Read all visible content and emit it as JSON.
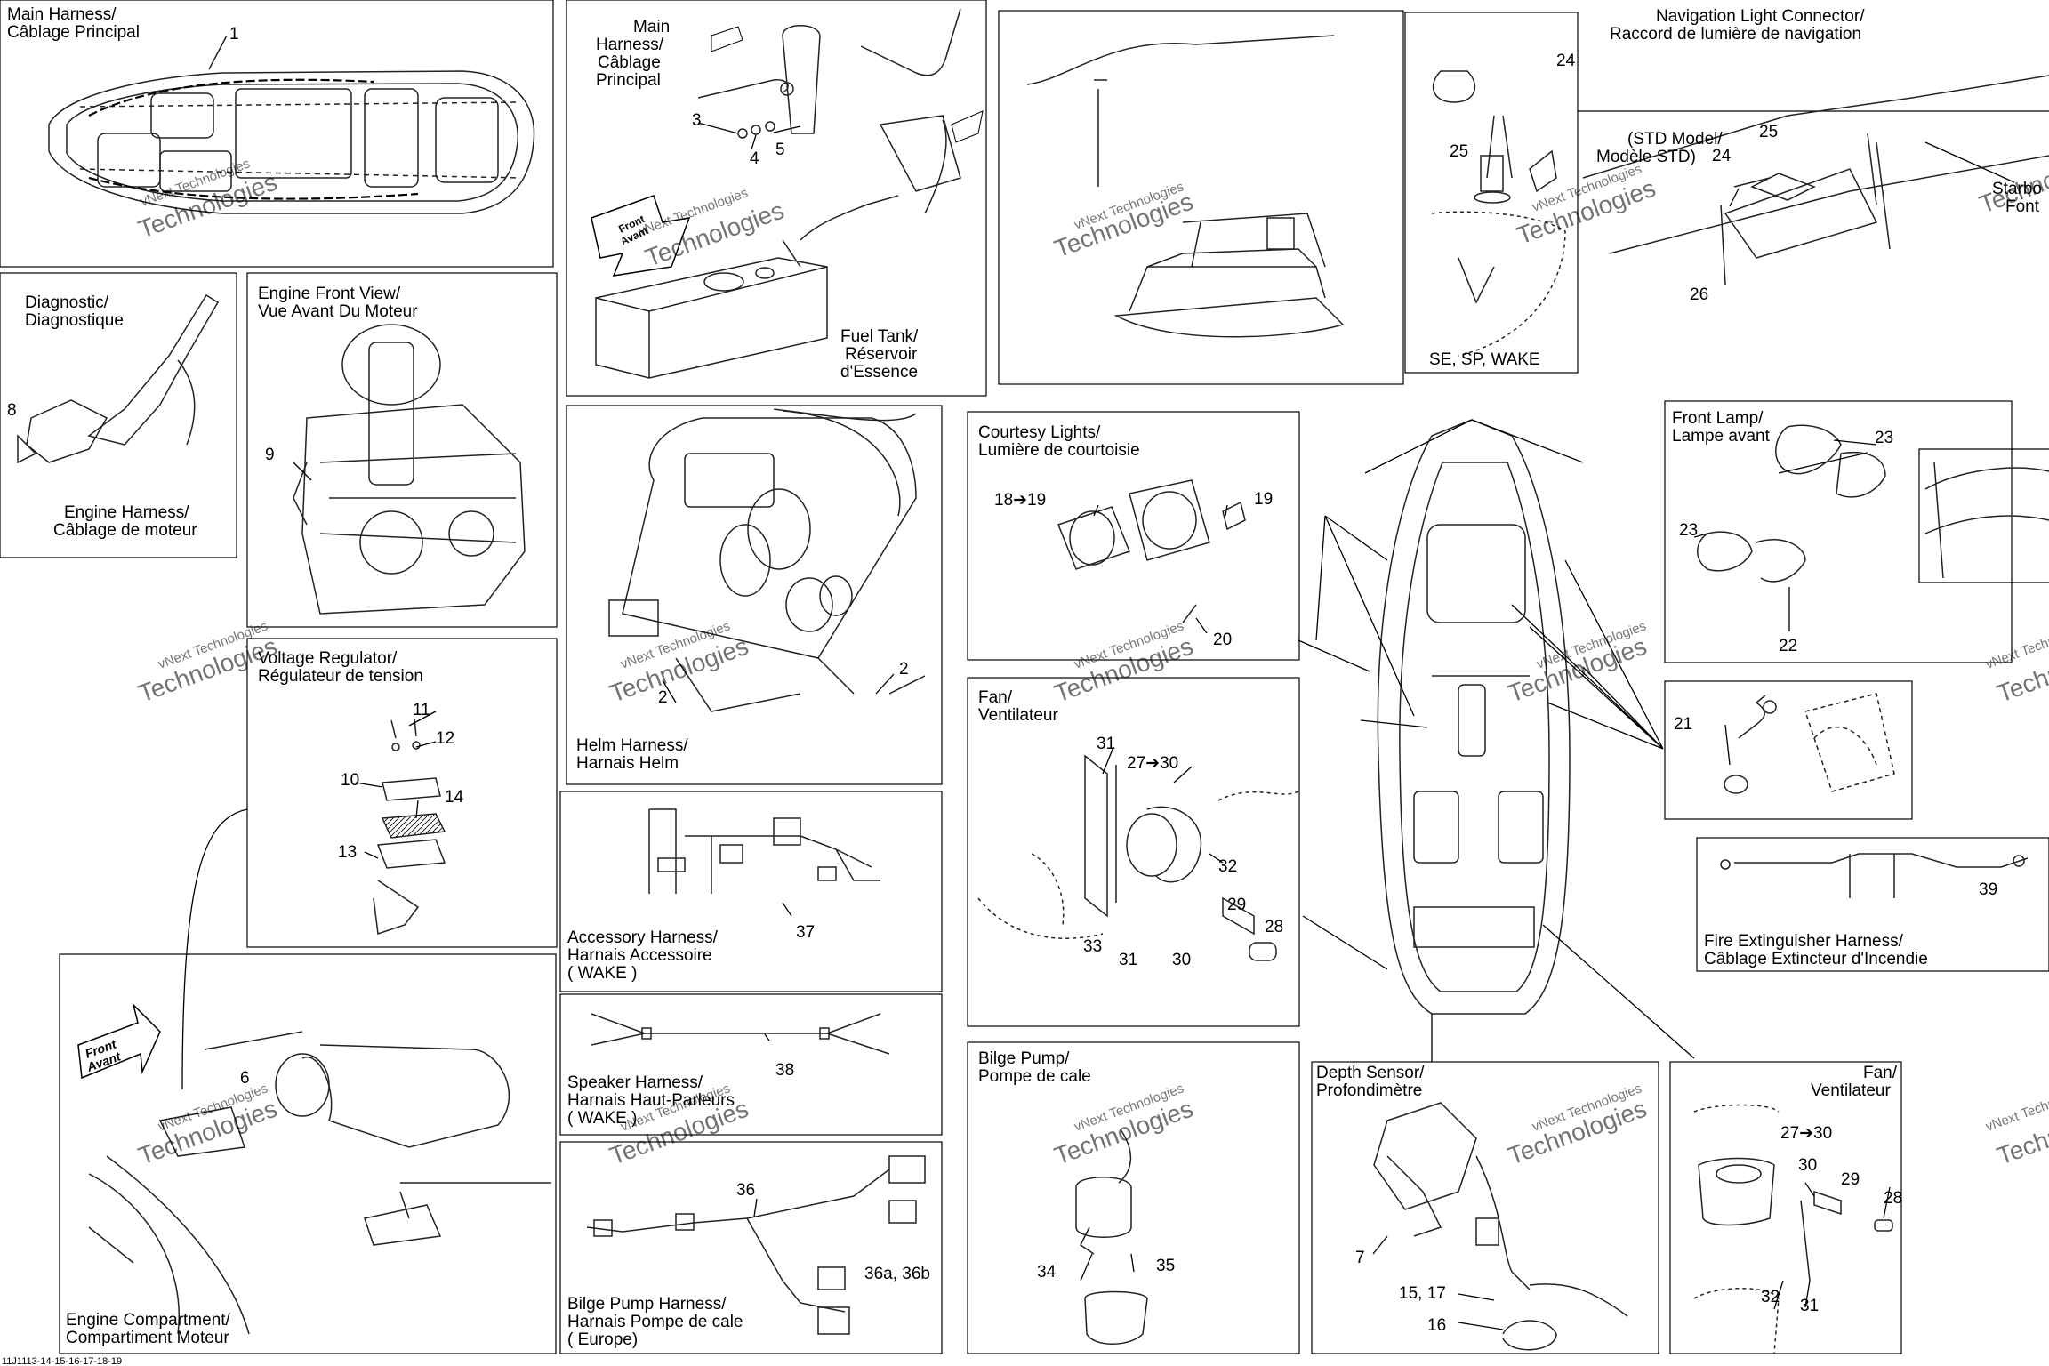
{
  "diagram": {
    "footer_code": "11J1113-14-15-16-17-18-19",
    "watermark_line1": "vNext Technologies",
    "watermark_line2": "Technologies",
    "panels": [
      {
        "id": "main-harness",
        "title": [
          "Main Harness/",
          "Câblage Principal"
        ],
        "refs": [
          "1"
        ]
      },
      {
        "id": "main-harness-detail",
        "title": [
          "Main",
          "Harness/",
          "Câblage",
          "Principal"
        ],
        "refs": [
          "3",
          "4",
          "5"
        ]
      },
      {
        "id": "fuel-tank",
        "title": [
          "Fuel Tank/",
          "Réservoir",
          "d'Essence"
        ],
        "refs": []
      },
      {
        "id": "boat-overview",
        "title": [],
        "refs": []
      },
      {
        "id": "se-sp-wake",
        "title": [
          "SE, SP, WAKE"
        ],
        "refs": [
          "24",
          "25"
        ]
      },
      {
        "id": "nav-light-connector",
        "title": [
          "Navigation Light Connector/",
          "Raccord de lumière de navigation"
        ],
        "refs": [
          "24",
          "25",
          "26"
        ],
        "extra": [
          "(STD Model/",
          "Modèle STD)",
          "Starbo",
          "Font"
        ]
      },
      {
        "id": "diagnostic",
        "title": [
          "Diagnostic/",
          "Diagnostique"
        ],
        "refs": [
          "8"
        ],
        "extra": [
          "Engine Harness/",
          "Câblage de moteur"
        ]
      },
      {
        "id": "engine-front-view",
        "title": [
          "Engine Front View/",
          "Vue Avant Du Moteur"
        ],
        "refs": [
          "9"
        ]
      },
      {
        "id": "helm-harness",
        "title": [
          "Helm Harness/",
          "Harnais Helm"
        ],
        "refs": [
          "2",
          "2"
        ]
      },
      {
        "id": "courtesy-lights",
        "title": [
          "Courtesy Lights/",
          "Lumière de courtoisie"
        ],
        "refs": [
          "18➔19",
          "19",
          "20"
        ]
      },
      {
        "id": "front-lamp",
        "title": [
          "Front Lamp/",
          "Lampe avant"
        ],
        "refs": [
          "23",
          "23",
          "22"
        ]
      },
      {
        "id": "front-lamp-connector",
        "title": [],
        "refs": [
          "21"
        ]
      },
      {
        "id": "voltage-regulator",
        "title": [
          "Voltage Regulator/",
          "Régulateur de tension"
        ],
        "refs": [
          "11",
          "12",
          "10",
          "14",
          "13"
        ]
      },
      {
        "id": "accessory-harness",
        "title": [
          "Accessory Harness/",
          "Harnais Accessoire",
          "( WAKE )"
        ],
        "refs": [
          "37"
        ]
      },
      {
        "id": "fan-left",
        "title": [
          "Fan/",
          "Ventilateur"
        ],
        "refs": [
          "31",
          "27➔30",
          "32",
          "29",
          "28",
          "33",
          "31",
          "30"
        ]
      },
      {
        "id": "fire-extinguisher-harness",
        "title": [
          "Fire Extinguisher Harness/",
          "Câblage Extincteur d'Incendie"
        ],
        "refs": [
          "39"
        ]
      },
      {
        "id": "speaker-harness",
        "title": [
          "Speaker Harness/",
          "Harnais Haut-Parleurs",
          "( WAKE )"
        ],
        "refs": [
          "38"
        ]
      },
      {
        "id": "engine-compartment",
        "title": [
          "Engine Compartment/",
          "Compartiment Moteur"
        ],
        "refs": [
          "6"
        ],
        "extra": [
          "Front",
          "Avant"
        ]
      },
      {
        "id": "bilge-pump-harness",
        "title": [
          "Bilge Pump Harness/",
          "Harnais Pompe de cale",
          "( Europe)"
        ],
        "refs": [
          "36",
          "36a, 36b"
        ]
      },
      {
        "id": "bilge-pump",
        "title": [
          "Bilge Pump/",
          "Pompe de cale"
        ],
        "refs": [
          "34",
          "35"
        ]
      },
      {
        "id": "depth-sensor",
        "title": [
          "Depth Sensor/",
          "Profondimètre"
        ],
        "refs": [
          "7",
          "15, 17",
          "16"
        ]
      },
      {
        "id": "fan-right",
        "title": [
          "Fan/",
          "Ventilateur"
        ],
        "refs": [
          "27➔30",
          "30",
          "29",
          "28",
          "32",
          "31"
        ]
      }
    ],
    "front_arrow": [
      "Front",
      "Avant"
    ]
  }
}
